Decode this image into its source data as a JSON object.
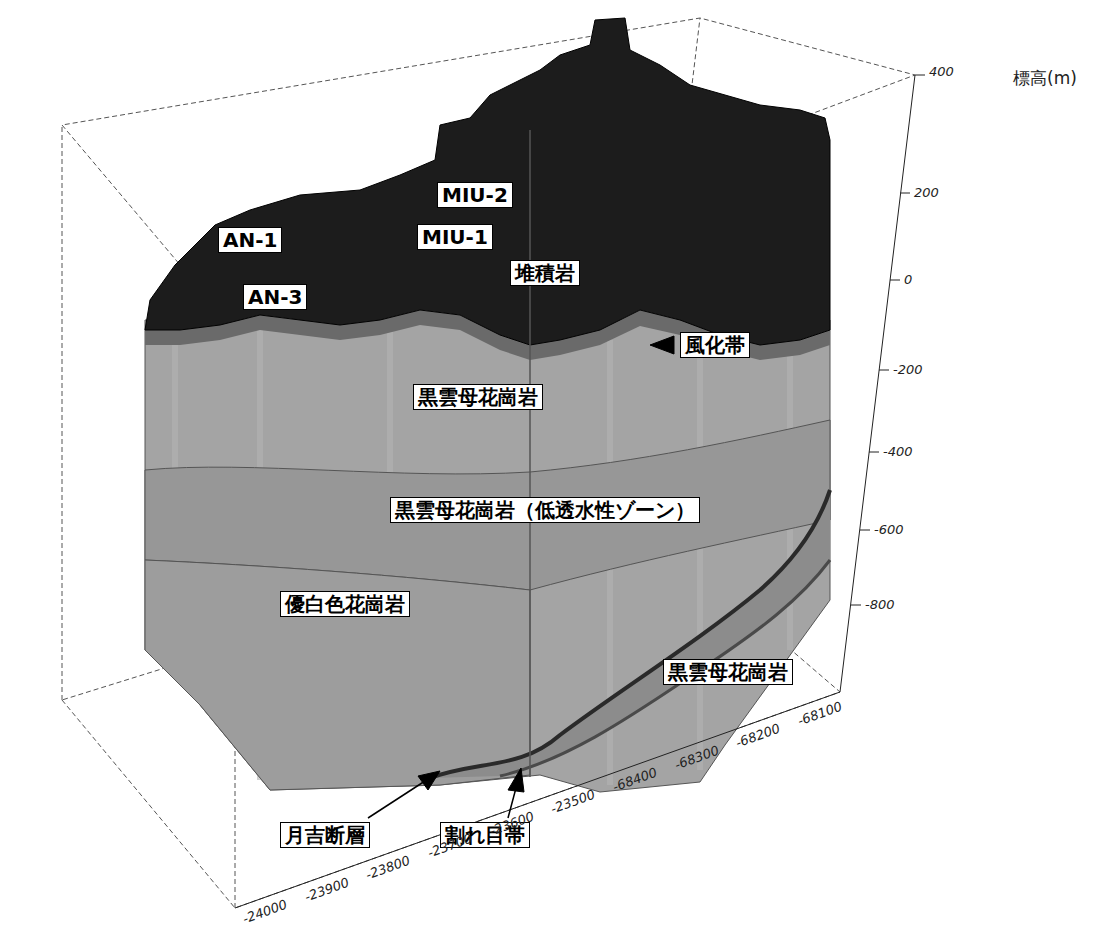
{
  "diagram": {
    "nodes": [
      {
        "text": [
          "MIU-2"
        ]
      },
      {
        "text": [
          "AN-1"
        ]
      },
      {
        "text": [
          "MIU-1"
        ]
      },
      {
        "text": [
          "AN-3"
        ]
      },
      {
        "text": [
          "堆積岩"
        ]
      },
      {
        "text": [
          "風化帯"
        ]
      },
      {
        "text": [
          "黒雲母花崗岩"
        ]
      },
      {
        "text": [
          "黒雲母花崗岩（低透水性ゾーン）"
        ]
      },
      {
        "text": [
          "優白色花崗岩"
        ]
      },
      {
        "text": [
          "黒雲母花崗岩"
        ]
      },
      {
        "text": [
          "月吉断層"
        ]
      },
      {
        "text": [
          "割れ目帯"
        ]
      }
    ],
    "labels": [
      "標高(m)",
      "400",
      "200",
      "0",
      "-200",
      "-400",
      "-600",
      "-800",
      "-24000",
      "-23900",
      "-23800",
      "-23700",
      "-23600",
      "-23500",
      "-68400",
      "-68300",
      "-68200",
      "-68100"
    ]
  }
}
